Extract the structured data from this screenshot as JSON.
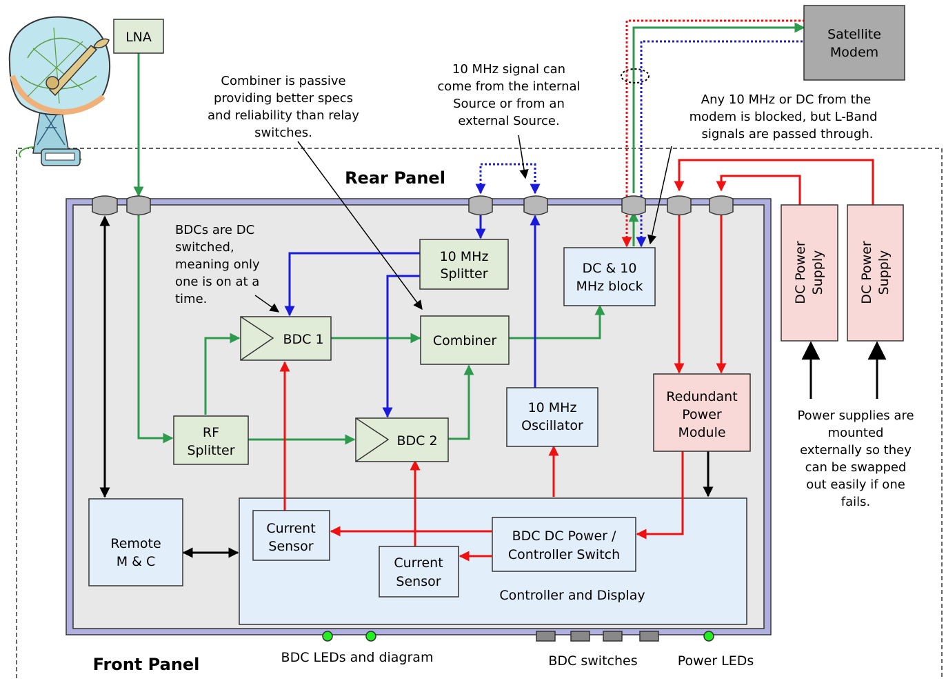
{
  "blocks": {
    "lna": "LNA",
    "satellite_modem": [
      "Satellite",
      "Modem"
    ],
    "ten_mhz_splitter": [
      "10 MHz",
      "Splitter"
    ],
    "dc_block": [
      "DC & 10",
      "MHz block"
    ],
    "bdc1": "BDC 1",
    "bdc2": "BDC 2",
    "combiner": "Combiner",
    "rf_splitter": [
      "RF",
      "Splitter"
    ],
    "oscillator": [
      "10 MHz",
      "Oscillator"
    ],
    "redundant_power": [
      "Redundant",
      "Power",
      "Module"
    ],
    "power_supply_1": [
      "DC Power",
      "Supply"
    ],
    "power_supply_2": [
      "DC Power",
      "Supply"
    ],
    "remote_mc": [
      "Remote",
      "M & C"
    ],
    "current_sensor_1": [
      "Current",
      "Sensor"
    ],
    "current_sensor_2": [
      "Current",
      "Sensor"
    ],
    "bdc_power_switch": [
      "BDC DC Power /",
      "Controller Switch"
    ],
    "controller_display": "Controller and Display"
  },
  "notes": {
    "combiner": [
      "Combiner is passive",
      "providing better specs",
      "and reliability than relay",
      "switches."
    ],
    "ten_mhz_source": [
      "10 MHz signal can",
      "come from the internal",
      "Source or from an",
      "external Source."
    ],
    "modem_block": [
      "Any 10 MHz or DC from the",
      "modem is blocked, but L-Band",
      "signals are passed through."
    ],
    "bdc_switched": [
      "BDCs are DC",
      "switched,",
      "meaning only",
      "one is on at a",
      "time."
    ],
    "power_supplies": [
      "Power supplies are",
      "mounted",
      "externally so they",
      "can be swapped",
      "out easily if one",
      "fails."
    ]
  },
  "labels": {
    "rear_panel": "Rear Panel",
    "front_panel": "Front Panel",
    "bdc_leds": "BDC LEDs and diagram",
    "bdc_switches": "BDC switches",
    "power_leds": "Power LEDs"
  },
  "colors": {
    "rf_signal": "#2e9a4e",
    "ref_10mhz": "#1a1adc",
    "dc_power": "#ee1111",
    "control": "#000000",
    "chassis_border": "#b0b0e0",
    "chassis_fill": "#e8e8e8",
    "green_block": "#e1ecd8",
    "blue_block": "#e2eefa",
    "red_block": "#f9d8d8",
    "modem_block": "#aaaaaa",
    "led": "#22ee22"
  }
}
